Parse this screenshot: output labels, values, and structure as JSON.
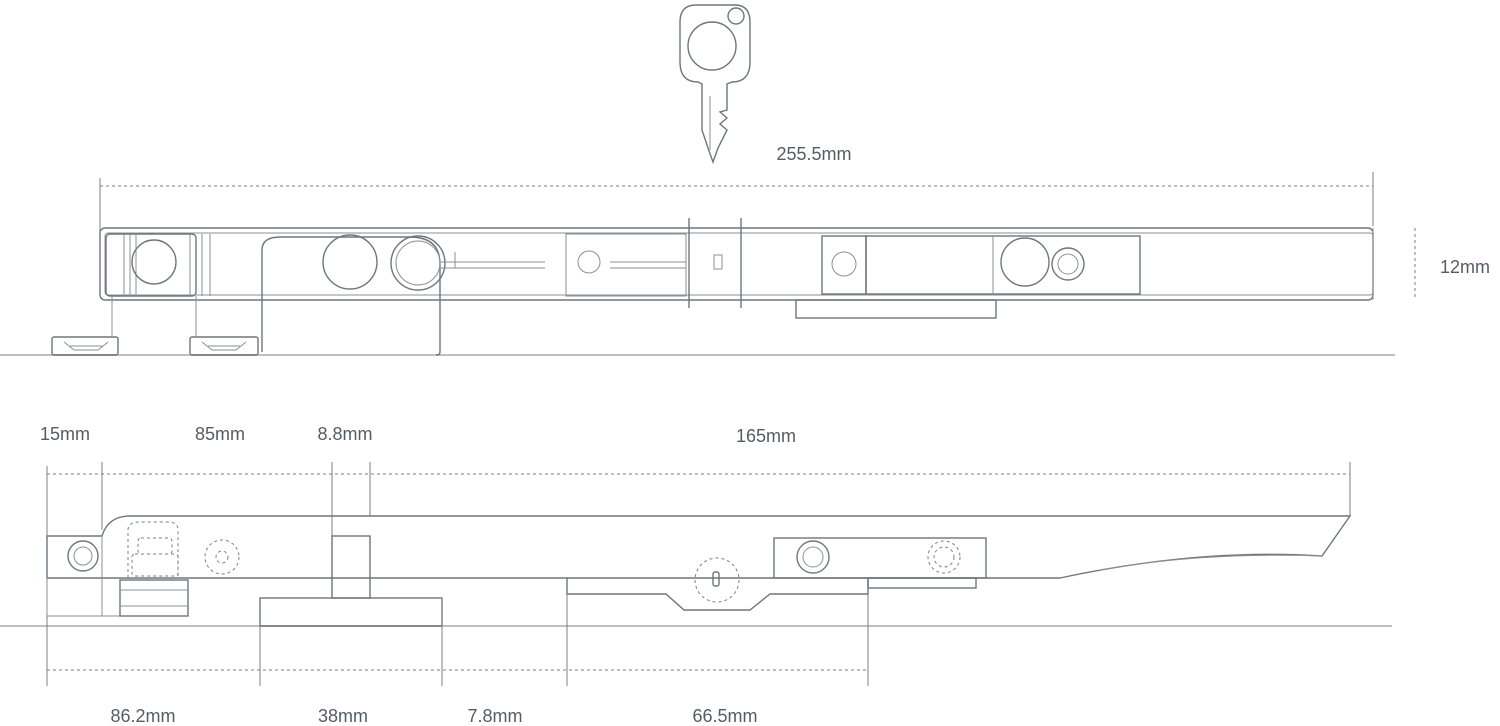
{
  "top_view": {
    "dimensions": {
      "overall_length": "255.5mm",
      "height": "12mm"
    }
  },
  "side_view": {
    "dimensions": {
      "top_row": [
        "15mm",
        "85mm",
        "8.8mm",
        "165mm"
      ],
      "bottom_row": [
        "86.2mm",
        "38mm",
        "7.8mm",
        "66.5mm"
      ]
    }
  },
  "colors": {
    "line": "#6e767c",
    "ground": "#b9c1c6",
    "text": "#555d64"
  }
}
